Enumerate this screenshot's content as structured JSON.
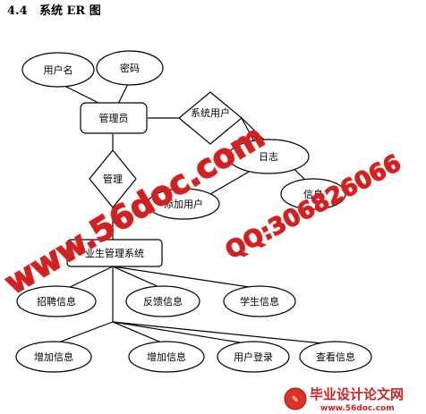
{
  "heading": {
    "number": "4.4",
    "title": "系统 ER 图"
  },
  "entities": {
    "admin": "管理员",
    "system": "业生管理系统"
  },
  "relations": {
    "system_user": "系统用户",
    "manage": "管理"
  },
  "attributes": {
    "username": "用户名",
    "password": "密码",
    "log": "日志",
    "add_user": "添加用户",
    "student_self": "信息",
    "recruit_info": "招聘信息",
    "feedback_info": "反馈信息",
    "student_info": "学生信息",
    "add_info_1": "增加信息",
    "add_info_2": "增加信息",
    "user_login": "用户登录",
    "view_info": "查看信息"
  },
  "watermarks": {
    "site": "www.56doc.com",
    "qq": "QQ:306826066",
    "footer_title": "毕业设计论文网",
    "footer_url": "www.56doc.com"
  }
}
